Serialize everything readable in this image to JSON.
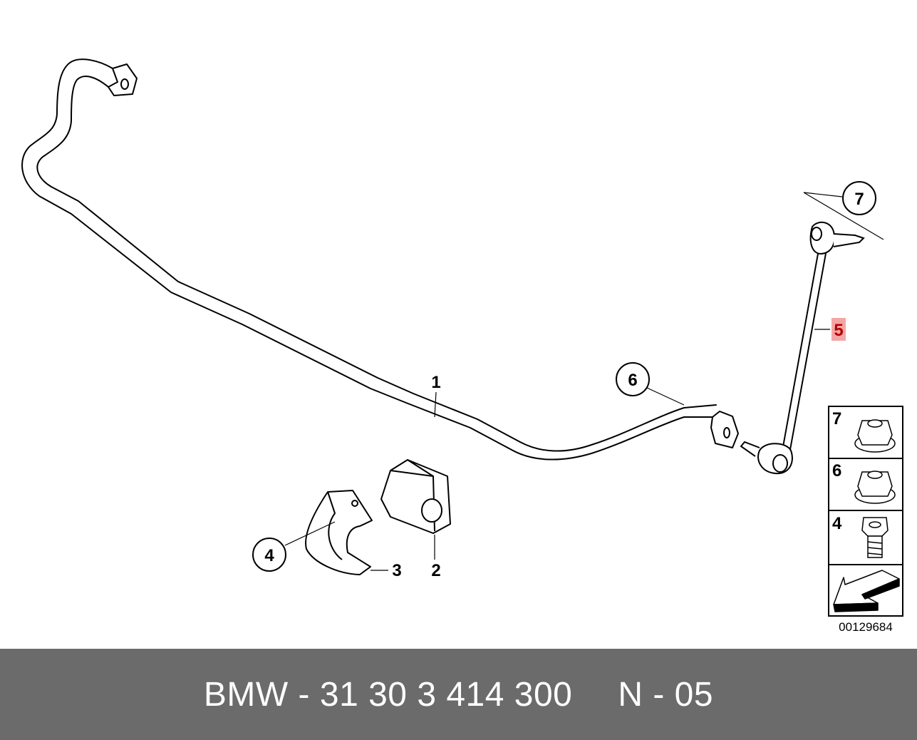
{
  "diagram": {
    "callouts": {
      "c1": "1",
      "c2": "2",
      "c3": "3",
      "c4": "4",
      "c5": "5",
      "c6": "6",
      "c7": "7"
    },
    "legend": [
      {
        "num": "7",
        "icon": "flange-nut-icon"
      },
      {
        "num": "6",
        "icon": "flange-nut-icon"
      },
      {
        "num": "4",
        "icon": "hex-bolt-icon"
      },
      {
        "num": "",
        "icon": "forward-arrow-icon"
      }
    ],
    "image_number": "00129684",
    "highlight_color": "#f4a6a6"
  },
  "footer": {
    "part_code": "BMW - 31 30 3 414 300",
    "position": "N - 05"
  }
}
